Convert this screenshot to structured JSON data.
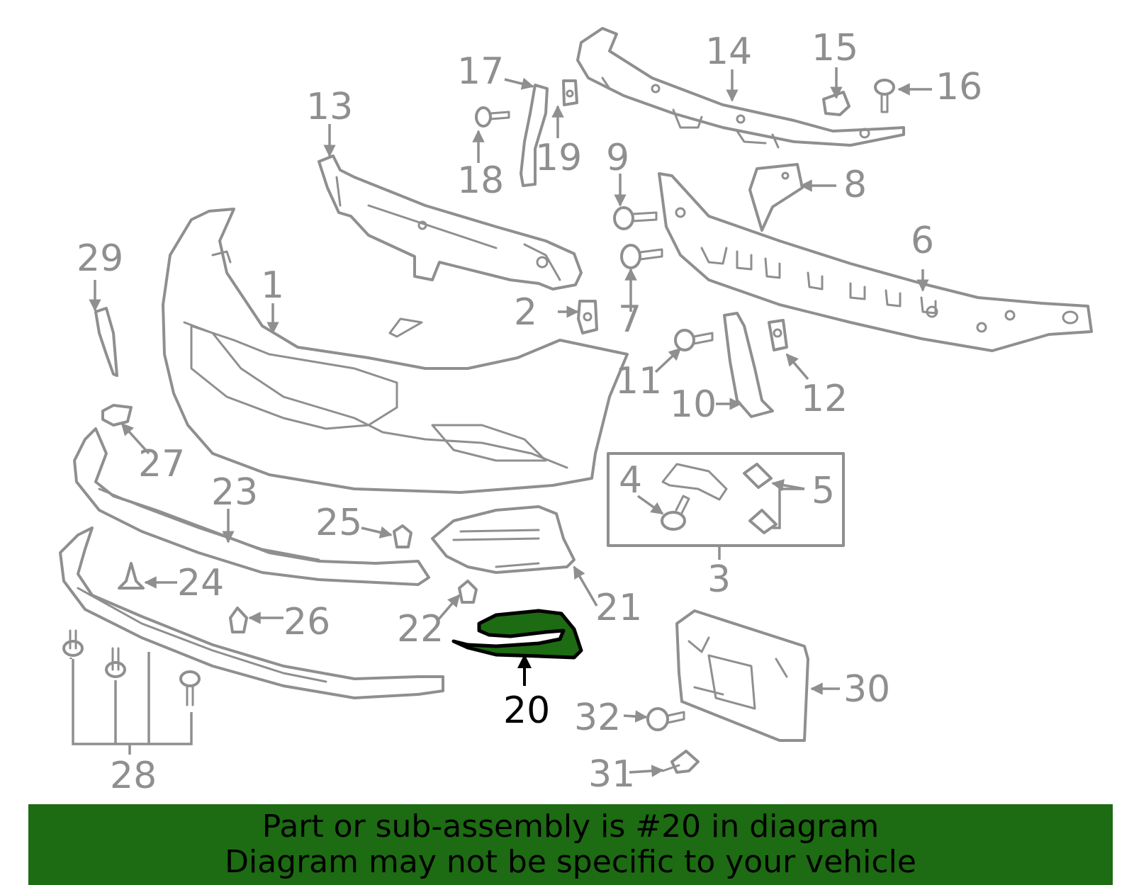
{
  "diagram": {
    "highlighted_part": "20",
    "callouts": [
      "1",
      "2",
      "3",
      "4",
      "5",
      "6",
      "7",
      "8",
      "9",
      "10",
      "11",
      "12",
      "13",
      "14",
      "15",
      "16",
      "17",
      "18",
      "19",
      "20",
      "21",
      "22",
      "23",
      "24",
      "25",
      "26",
      "27",
      "28",
      "29",
      "30",
      "31",
      "32"
    ],
    "colors": {
      "part_outline": "#8f8f8f",
      "highlight_fill": "#1d6b12",
      "banner_background": "#1d6b12",
      "callout_text": "#8f8f8f",
      "highlight_callout_text": "#000000"
    }
  },
  "banner": {
    "line1": "Part or sub-assembly is #20 in diagram",
    "line2": "Diagram may not be specific to your vehicle"
  }
}
